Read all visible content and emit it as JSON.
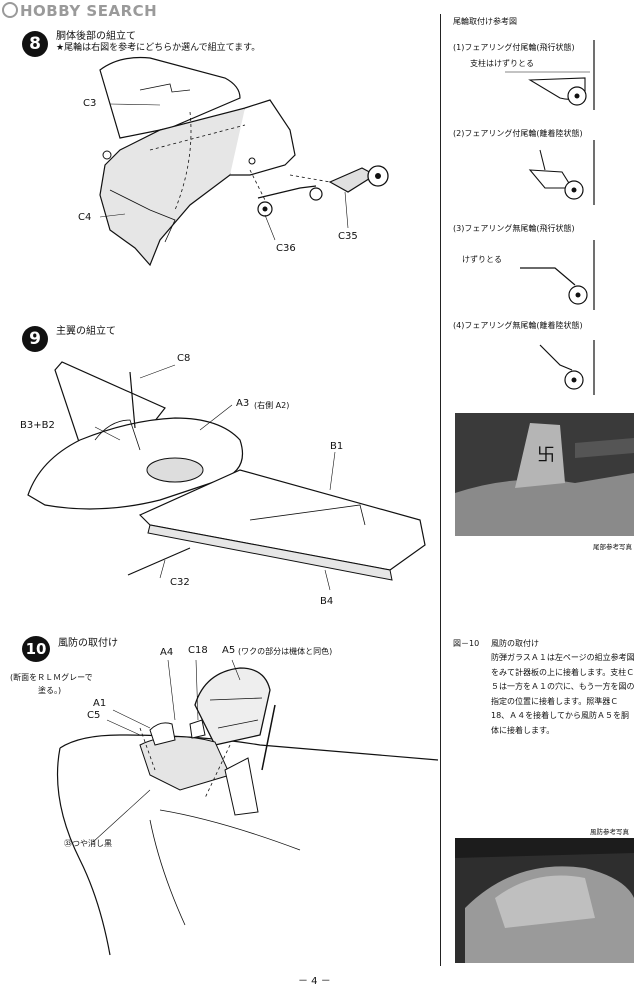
{
  "watermark": {
    "brand": "HOBBY SEARCH"
  },
  "steps": [
    {
      "number": "8",
      "title": "胴体後部の組立て",
      "note": "★尾輪は右図を参考にどちらか選んで組立てます。",
      "labels": [
        "C3",
        "C4",
        "C36",
        "C35"
      ]
    },
    {
      "number": "9",
      "title": "主翼の組立て",
      "labels": [
        "C8",
        "A3",
        "(右側 A2)",
        "B3+B2",
        "B1",
        "C32",
        "B4"
      ]
    },
    {
      "number": "10",
      "title": "風防の取付け",
      "labels": [
        "A4",
        "C18",
        "A5",
        "(ワクの部分は機体と同色)",
        "(断面をＲＬＭグレーで",
        "塗る。)",
        "A1",
        "C5",
        "㉝つや消し黒"
      ]
    }
  ],
  "sidebar": {
    "title": "尾輪取付け参考図",
    "items": [
      {
        "label": "(1)フェアリング付尾輪(飛行状態)",
        "note": "支柱はけずりとる"
      },
      {
        "label": "(2)フェアリング付尾輪(離着陸状態)",
        "note": ""
      },
      {
        "label": "(3)フェアリング無尾輪(飛行状態)",
        "note": "けずりとる"
      },
      {
        "label": "(4)フェアリング無尾輪(離着陸状態)",
        "note": ""
      }
    ],
    "photo1_caption": "尾部参考写真",
    "fig_label": "図－10",
    "fig_title": "風防の取付け",
    "fig_body": "防弾ガラスＡ１は左ページの組立参考図をみて計器板の上に接着します。支柱Ｃ５は一方をＡ１の穴に、もう一方を図の指定の位置に接着します。照準器Ｃ18、Ａ４を接着してから風防Ａ５を胴体に接着します。",
    "photo2_caption": "風防参考写真"
  },
  "footer": {
    "page": "－ 4 －"
  }
}
